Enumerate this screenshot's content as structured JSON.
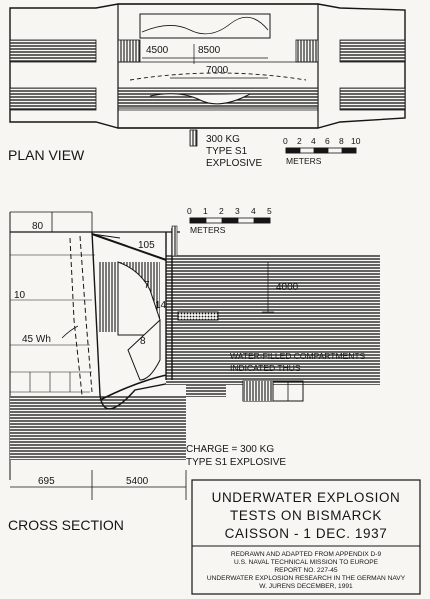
{
  "plan_view": {
    "label": "PLAN VIEW",
    "dimensions": [
      "4500",
      "8500",
      "7000"
    ],
    "charge": [
      "300 KG",
      "TYPE S1",
      "EXPLOSIVE"
    ],
    "scale": {
      "ticks": [
        "0",
        "2",
        "4",
        "6",
        "8",
        "10"
      ],
      "unit": "METERS"
    }
  },
  "cross_section": {
    "label": "CROSS SECTION",
    "scale": {
      "ticks": [
        "0",
        "1",
        "2",
        "3",
        "4",
        "5"
      ],
      "unit": "METERS"
    },
    "dimensions": {
      "top": "80",
      "deck": "105",
      "depth": "4000",
      "left": "695",
      "bottom": "5400"
    },
    "compartments": {
      "left": "10",
      "mid": "7",
      "inner": "8",
      "outer": "14"
    },
    "bulkhead": "45 Wh",
    "legend": [
      "WATER-FILLED COMPARTMENTS",
      "INDICATED THUS"
    ],
    "charge": [
      "CHARGE = 300 KG",
      "TYPE S1 EXPLOSIVE"
    ]
  },
  "title_block": {
    "title": [
      "UNDERWATER EXPLOSION",
      "TESTS ON BISMARCK",
      "CAISSON - 1 DEC. 1937"
    ],
    "credits": [
      "REDRAWN AND ADAPTED FROM APPENDIX D-9",
      "U.S. NAVAL TECHNICAL MISSION TO EUROPE",
      "REPORT NO. 227-45",
      "UNDERWATER EXPLOSION RESEARCH IN THE GERMAN NAVY",
      "W. JURENS DECEMBER, 1991"
    ]
  },
  "colors": {
    "ink": "#151515",
    "paper": "#f7f6f2"
  }
}
